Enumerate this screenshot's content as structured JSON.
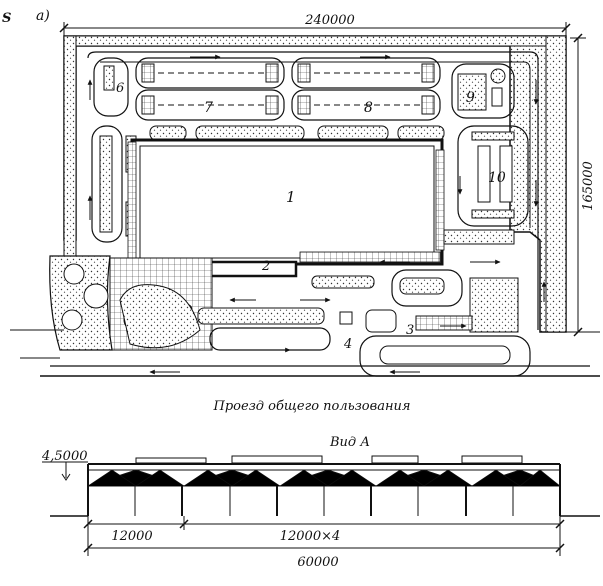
{
  "margin_code": "S",
  "plan": {
    "label": "а)",
    "width_dim": "240000",
    "height_dim": "165000",
    "caption": "Проезд общего пользования",
    "zones": [
      {
        "num": "1"
      },
      {
        "num": "2"
      },
      {
        "num": "3"
      },
      {
        "num": "4"
      },
      {
        "num": "6"
      },
      {
        "num": "7"
      },
      {
        "num": "8"
      },
      {
        "num": "9"
      },
      {
        "num": "10"
      }
    ]
  },
  "section": {
    "view_label": "Вид А",
    "height_dim": "4,5000",
    "span_first": "12000",
    "span_rest": "12000×4",
    "total": "60000"
  }
}
